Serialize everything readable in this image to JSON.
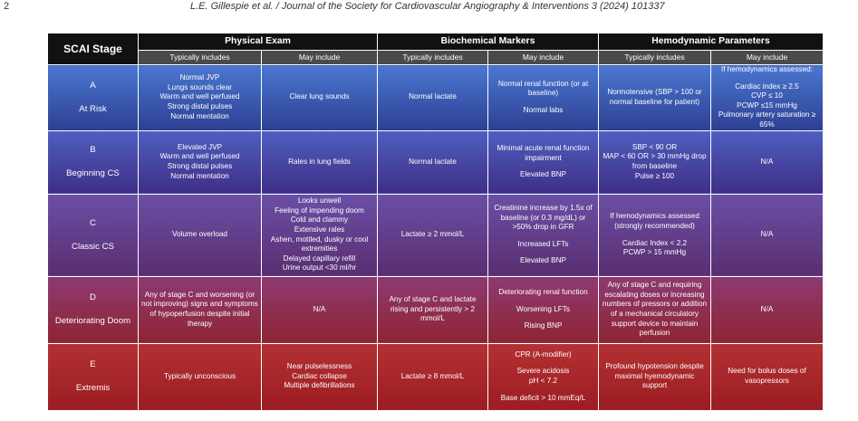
{
  "running_head": {
    "page_number": "2",
    "journal": "L.E. Gillespie et al. / Journal of the Society for Cardiovascular Angiography & Interventions 3 (2024) 101337"
  },
  "table": {
    "stage_header": "SCAI Stage",
    "groups": [
      "Physical Exam",
      "Biochemical Markers",
      "Hemodynamic Parameters"
    ],
    "subheaders": [
      "Typically includes",
      "May include",
      "Typically includes",
      "May include",
      "Typically includes",
      "May include"
    ],
    "row_colors": [
      "#3253ad",
      "#4c4aa1",
      "#673f8c",
      "#8c2d5d",
      "#a7262c"
    ],
    "rows": [
      {
        "letter": "A",
        "name": "At Risk",
        "pe_typical": [
          "Normal JVP",
          "Lungs sounds clear",
          "Warm and well perfused",
          "Strong distal pulses",
          "Normal mentation"
        ],
        "pe_may": [
          "Clear lung sounds"
        ],
        "bio_typical": [
          "Normal lactate"
        ],
        "bio_may": [
          "Normal renal function (or at baseline)",
          "",
          "Normal labs"
        ],
        "hemo_typical": [
          "Normotensive (SBP > 100 or normal baseline for patient)"
        ],
        "hemo_may": [
          "If hemodynamics assessed:",
          "",
          "Cardiac index ≥ 2.5",
          "CVP ≤ 10",
          "PCWP ≤15 mmHg",
          "Pulmonary artery saturation ≥ 65%"
        ]
      },
      {
        "letter": "B",
        "name": "Beginning CS",
        "pe_typical": [
          "Elevated JVP",
          "Warm and well perfused",
          "Strong distal pulses",
          "Normal mentation"
        ],
        "pe_may": [
          "Rales in lung fields"
        ],
        "bio_typical": [
          "Normal lactate"
        ],
        "bio_may": [
          "Minimal acute renal function impairment",
          "",
          "Elevated BNP"
        ],
        "hemo_typical": [
          "SBP < 90 OR",
          "MAP < 60 OR > 30 mmHg drop from baseline",
          "Pulse ≥ 100"
        ],
        "hemo_may": [
          "N/A"
        ]
      },
      {
        "letter": "C",
        "name": "Classic CS",
        "pe_typical": [
          "Volume overload"
        ],
        "pe_may": [
          "Looks unwell",
          "Feeling of impending doom",
          "Cold and clammy",
          "Extensive rales",
          "Ashen, mottled, dusky or cool extremities",
          "Delayed capillary refill",
          "Urine output <30 ml/hr"
        ],
        "bio_typical": [
          "Lactate ≥ 2 mmol/L"
        ],
        "bio_may": [
          "Creatinine increase by 1.5x of baseline (or 0.3 mg/dL) or >50% drop in GFR",
          "",
          "Increased LFTs",
          "",
          "Elevated BNP"
        ],
        "hemo_typical": [
          "If hemodynamics assessed (strongly recommended)",
          "",
          "Cardiac Index < 2.2",
          "PCWP > 15 mmHg"
        ],
        "hemo_may": [
          "N/A"
        ]
      },
      {
        "letter": "D",
        "name": "Deteriorating Doom",
        "pe_typical": [
          "Any of stage C and worsening (or not improving) signs and symptoms of hypoperfusion despite initial therapy"
        ],
        "pe_may": [
          "N/A"
        ],
        "bio_typical": [
          "Any of stage C and lactate rising and persistently > 2 mmol/L"
        ],
        "bio_may": [
          "Deteriorating renal function",
          "",
          "Worsening LFTs",
          "",
          "Rising BNP"
        ],
        "hemo_typical": [
          "Any of stage C and requiring escalating doses or increasing numbers of pressors or addition of a mechanical circulatory support device to maintain perfusion"
        ],
        "hemo_may": [
          "N/A"
        ]
      },
      {
        "letter": "E",
        "name": "Extremis",
        "pe_typical": [
          "Typically unconscious"
        ],
        "pe_may": [
          "Near pulselessness",
          "Cardiac collapse",
          "Multiple defibrillations"
        ],
        "bio_typical": [
          "Lactate ≥ 8 mmol/L"
        ],
        "bio_may": [
          "CPR (A-modifier)",
          "",
          "Severe acidosis",
          "pH < 7.2",
          "",
          "Base deficit > 10 mmEq/L"
        ],
        "hemo_typical": [
          "Profound hypotension despite maximal hyemodynamic support"
        ],
        "hemo_may": [
          "Need for bolus doses of vasopressors"
        ]
      }
    ]
  }
}
